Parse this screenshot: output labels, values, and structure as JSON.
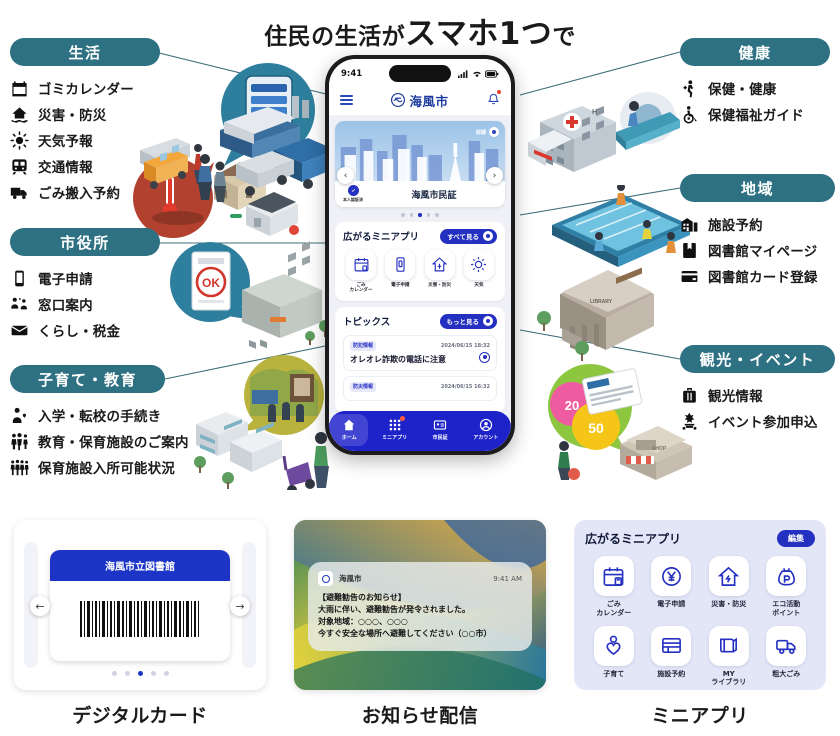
{
  "title": {
    "part1": "住民の生活が",
    "part2": "スマホ1つ",
    "part3": "で"
  },
  "categories": [
    {
      "name": "生活",
      "items": [
        {
          "icon": "calendar-icon",
          "label": "ゴミカレンダー"
        },
        {
          "icon": "disaster-house-icon",
          "label": "災害・防災"
        },
        {
          "icon": "sun-icon",
          "label": "天気予報"
        },
        {
          "icon": "train-icon",
          "label": "交通情報"
        },
        {
          "icon": "truck-icon",
          "label": "ごみ搬入予約"
        }
      ]
    },
    {
      "name": "市役所",
      "items": [
        {
          "icon": "smartphone-icon",
          "label": "電子申請"
        },
        {
          "icon": "counter-service-icon",
          "label": "窓口案内"
        },
        {
          "icon": "envelope-icon",
          "label": "くらし・税金"
        }
      ]
    },
    {
      "name": "子育て・教育",
      "items": [
        {
          "icon": "parent-child-icon",
          "label": "入学・転校の手続き"
        },
        {
          "icon": "family-icon",
          "label": "教育・保育施設のご案内"
        },
        {
          "icon": "group-people-icon",
          "label": "保育施設入所可能状況"
        }
      ]
    },
    {
      "name": "健康",
      "items": [
        {
          "icon": "health-person-icon",
          "label": "保健・健康"
        },
        {
          "icon": "wheelchair-icon",
          "label": "保健福祉ガイド"
        }
      ]
    },
    {
      "name": "地域",
      "items": [
        {
          "icon": "facility-icon",
          "label": "施設予約"
        },
        {
          "icon": "book-icon",
          "label": "図書館マイページ"
        },
        {
          "icon": "card-icon",
          "label": "図書館カード登録"
        }
      ]
    },
    {
      "name": "観光・イベント",
      "items": [
        {
          "icon": "suitcase-icon",
          "label": "観光情報"
        },
        {
          "icon": "festival-icon",
          "label": "イベント参加申込"
        }
      ]
    }
  ],
  "phone": {
    "status": {
      "time": "9:41"
    },
    "header": {
      "brand": "海風市",
      "menu_icon": "hamburger-icon",
      "bell_icon": "bell-icon"
    },
    "id_card": {
      "detail_label": "詳細",
      "verified_label": "本人認証済",
      "name": "海風市民証",
      "dots_total": 5,
      "dots_active": 3
    },
    "miniapp_panel": {
      "title": "広がるミニアプリ",
      "action": "すべて見る",
      "apps": [
        {
          "icon": "calendar-icon",
          "label": "ごみ\nカレンダー"
        },
        {
          "icon": "smartphone-icon",
          "label": "電子申請"
        },
        {
          "icon": "disaster-house-icon",
          "label": "災害・防災"
        },
        {
          "icon": "sun-icon",
          "label": "天気"
        }
      ]
    },
    "topics_panel": {
      "title": "トピックス",
      "action": "もっと見る",
      "items": [
        {
          "tag": "防犯情報",
          "date": "2024/06/15 18:32",
          "title": "オレオレ詐欺の電話に注意"
        },
        {
          "tag": "防災情報",
          "date": "2024/06/15 16:32",
          "title": ""
        }
      ]
    },
    "tabbar": [
      {
        "icon": "home-icon",
        "label": "ホーム",
        "active": true,
        "badge": false
      },
      {
        "icon": "grid-icon",
        "label": "ミニアプリ",
        "active": false,
        "badge": true
      },
      {
        "icon": "id-card-icon",
        "label": "市民証",
        "active": false,
        "badge": false
      },
      {
        "icon": "account-icon",
        "label": "アカウント",
        "active": false,
        "badge": false
      }
    ]
  },
  "features": [
    {
      "caption": "デジタルカード",
      "card_title": "海風市立図書館",
      "dots_total": 5,
      "dots_active": 3,
      "prev_icon": "arrow-left-icon",
      "next_icon": "arrow-right-icon"
    },
    {
      "caption": "お知らせ配信",
      "app_name": "海風市",
      "time": "9:41 AM",
      "lines": [
        "【避難勧告のお知らせ】",
        "大雨に伴い、避難勧告が発令されました。",
        "対象地域：○○○、○○○",
        "今すぐ安全な場所へ避難してください（○○市）"
      ]
    },
    {
      "caption": "ミニアプリ",
      "panel_title": "広がるミニアプリ",
      "edit_label": "編集",
      "apps": [
        {
          "icon": "calendar-icon",
          "label": "ごみ\nカレンダー"
        },
        {
          "icon": "yen-icon",
          "label": "電子申請"
        },
        {
          "icon": "disaster-house-icon",
          "label": "災害・防災"
        },
        {
          "icon": "points-bag-icon",
          "label": "エコ活動\nポイント"
        },
        {
          "icon": "heart-child-icon",
          "label": "子育て"
        },
        {
          "icon": "facility-icon",
          "label": "施設予約"
        },
        {
          "icon": "book-icon",
          "label": "MY\nライブラリ"
        },
        {
          "icon": "truck-icon",
          "label": "粗大ごみ"
        }
      ]
    }
  ],
  "colors": {
    "teal": "#2d7183",
    "app_blue": "#2430c0",
    "deep_blue": "#1d22c9",
    "card_header_blue": "#1d35c7"
  }
}
